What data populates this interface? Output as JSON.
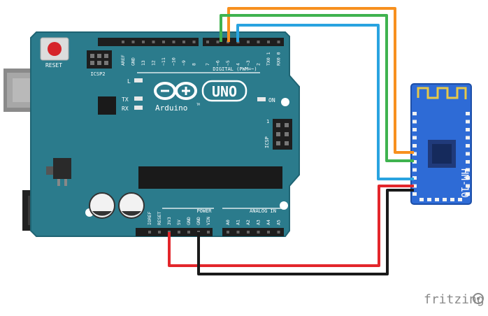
{
  "board": {
    "reset_label": "RESET",
    "icsp2_label": "ICSP2",
    "digital_header_left": [
      "AREF",
      "GND",
      "13",
      "12",
      "~11",
      "~10",
      "~9",
      "8"
    ],
    "digital_header_right": [
      "7",
      "~6",
      "~5",
      "4",
      "~3",
      "2",
      "TX0 1",
      "RX0 0"
    ],
    "digital_label": "DIGITAL (PWM=~)",
    "led_l": "L",
    "led_tx": "TX",
    "led_rx": "RX",
    "uno_label": "UNO",
    "arduino_label": "Arduino",
    "tm_label": "TM",
    "on_label": "ON",
    "icsp_label": "ICSP",
    "icsp_pin": "1",
    "power_pins": [
      "IOREF",
      "RESET",
      "3V3",
      "5V",
      "GND",
      "GND",
      "VIN"
    ],
    "power_label": "POWER",
    "analog_pins": [
      "A0",
      "A1",
      "A2",
      "A3",
      "A4",
      "A5"
    ],
    "analog_label": "ANALOG IN"
  },
  "module": {
    "label": "HM-10"
  },
  "wires": [
    {
      "name": "wire-orange",
      "color": "#f7901e"
    },
    {
      "name": "wire-green",
      "color": "#3fb34f"
    },
    {
      "name": "wire-blue",
      "color": "#29a3e0"
    },
    {
      "name": "wire-red",
      "color": "#e3262b"
    },
    {
      "name": "wire-black",
      "color": "#1a1a1a"
    }
  ],
  "colors": {
    "board": "#2b7b8c",
    "board_dark": "#1f6473",
    "header": "#1e1e1e",
    "module": "#2e6bd6",
    "silk": "#ffffff"
  },
  "watermark": "fritzing"
}
